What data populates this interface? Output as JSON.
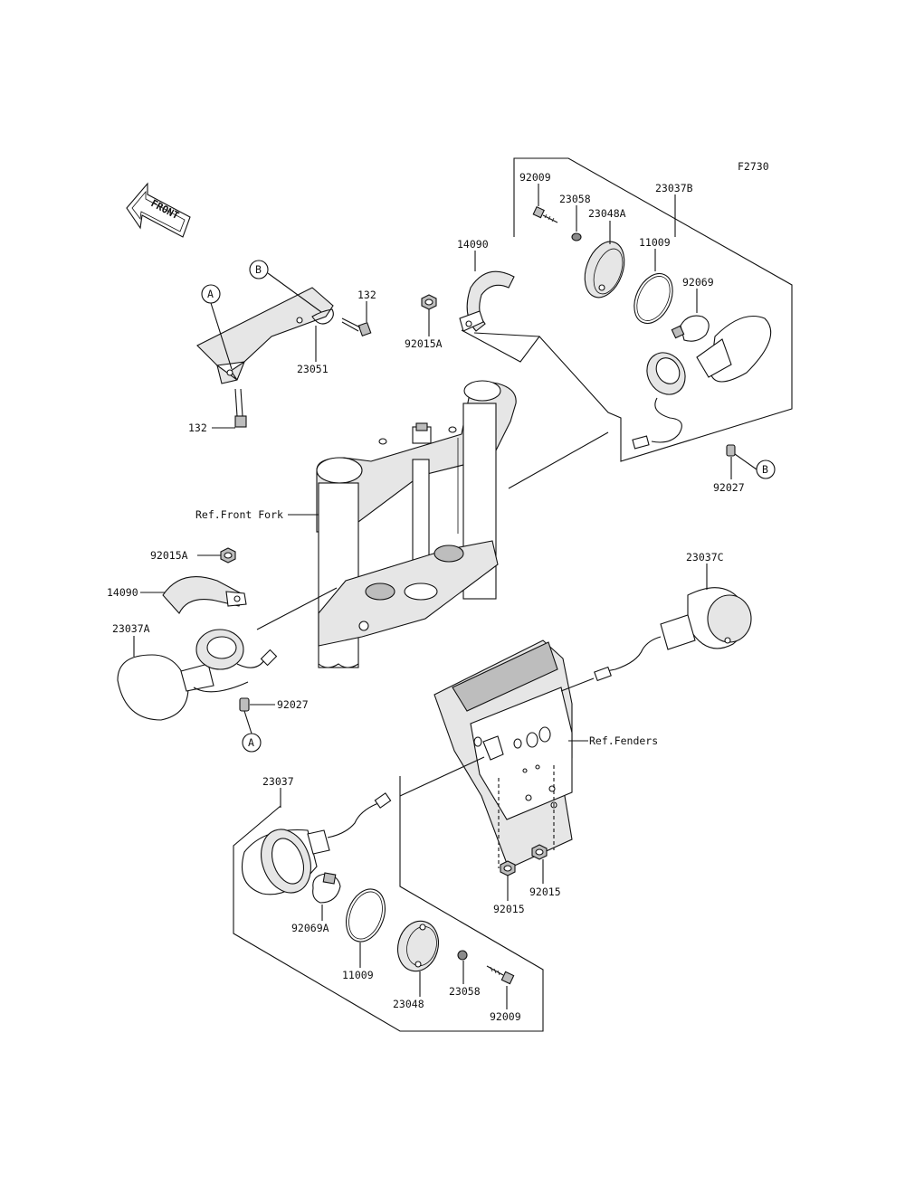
{
  "diagram_id": "F2730",
  "front_label": "FRONT",
  "callouts": {
    "p_92009_top": "92009",
    "p_23058_top": "23058",
    "p_23048A": "23048A",
    "p_23037B": "23037B",
    "p_11009_top": "11009",
    "p_92069": "92069",
    "p_14090_top": "14090",
    "p_92015A_top": "92015A",
    "p_132_top": "132",
    "p_23051": "23051",
    "p_132_bottom": "132",
    "p_92027_top": "92027",
    "ref_front_fork": "Ref.Front Fork",
    "p_92015A_left": "92015A",
    "p_14090_left": "14090",
    "p_23037A": "23037A",
    "p_92027_left": "92027",
    "p_23037C": "23037C",
    "ref_fenders": "Ref.Fenders",
    "p_23037": "23037",
    "p_92069A": "92069A",
    "p_11009_bottom": "11009",
    "p_23048": "23048",
    "p_23058_bottom": "23058",
    "p_92009_bottom": "92009",
    "p_92015_left": "92015",
    "p_92015_right": "92015"
  },
  "connectors": {
    "A_top": "A",
    "A_bottom": "A",
    "B_top": "B",
    "B_right": "B"
  }
}
